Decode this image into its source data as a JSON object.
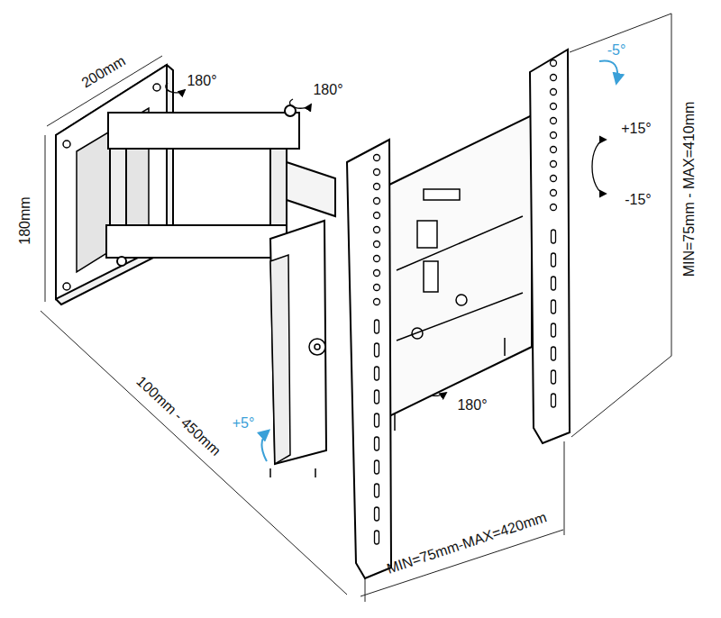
{
  "diagram": {
    "labels": [
      "200mm",
      "180°",
      "180°",
      "180mm",
      "-5°",
      "+15°",
      "-15°",
      "MIN=75mm - MAX=410mm",
      "180°",
      "+5°",
      "100mm - 450mm",
      "MIN=75mm-MAX=420mm"
    ]
  }
}
